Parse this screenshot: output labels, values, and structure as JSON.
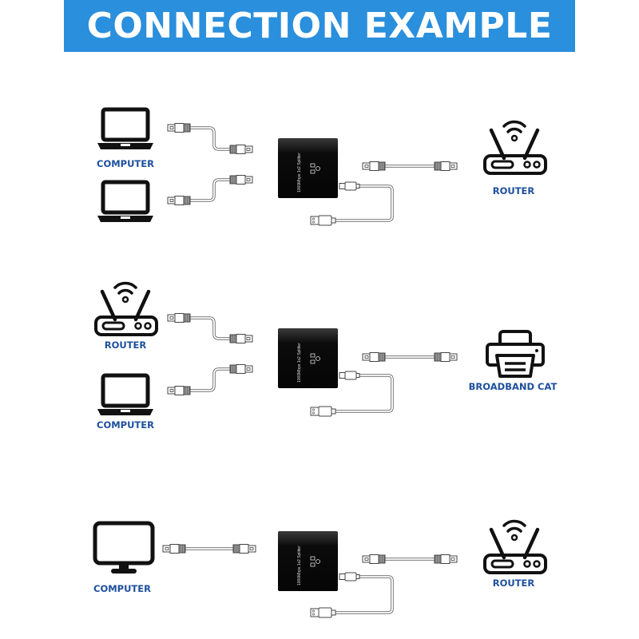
{
  "header": {
    "title": "CONNECTION EXAMPLE"
  },
  "colors": {
    "banner": "#2a8fdc",
    "label": "#1d4f9c",
    "device": "#0a0a0a"
  },
  "device_label": "1000Mbps 1x2 Splitter",
  "examples": [
    {
      "left": [
        {
          "icon": "laptop-icon",
          "label": "COMPUTER"
        },
        {
          "icon": "laptop-icon",
          "label": ""
        }
      ],
      "right": {
        "icon": "router-icon",
        "label": "ROUTER"
      }
    },
    {
      "left": [
        {
          "icon": "router-icon",
          "label": "ROUTER"
        },
        {
          "icon": "laptop-icon",
          "label": "COMPUTER"
        }
      ],
      "right": {
        "icon": "printer-icon",
        "label": "BROADBAND CAT"
      }
    },
    {
      "left": [
        {
          "icon": "monitor-icon",
          "label": "COMPUTER"
        }
      ],
      "right": {
        "icon": "router-icon",
        "label": "ROUTER"
      }
    }
  ]
}
